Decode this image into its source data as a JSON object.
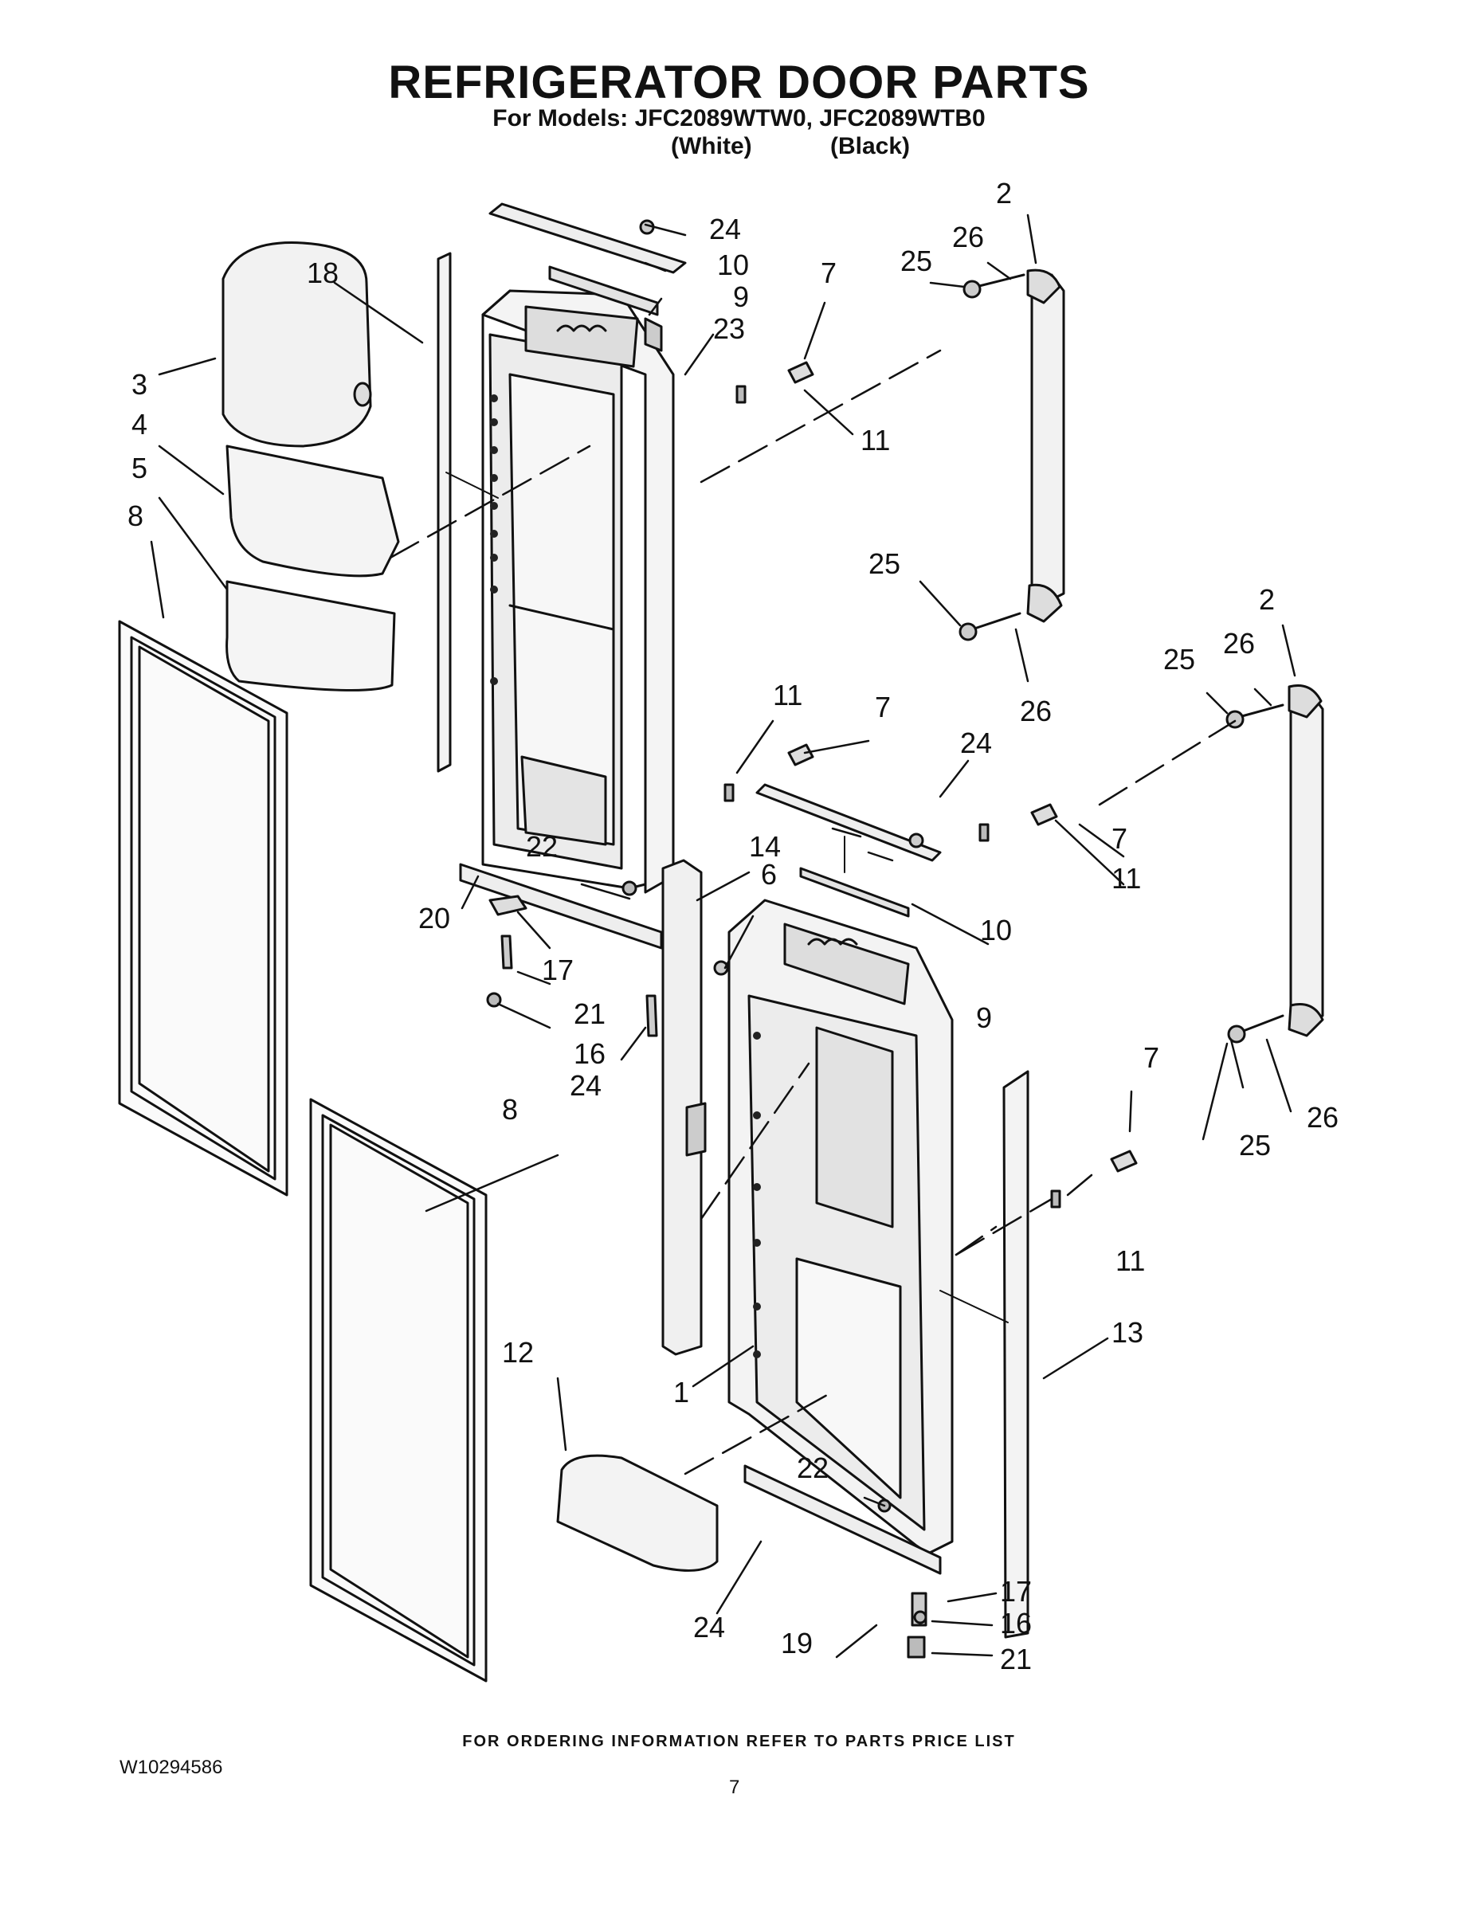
{
  "header": {
    "title": "REFRIGERATOR DOOR PARTS",
    "models_line": "For Models: JFC2089WTW0, JFC2089WTB0",
    "variant_white": "(White)",
    "variant_black": "(Black)"
  },
  "callouts": [
    "1",
    "2",
    "2",
    "3",
    "4",
    "5",
    "6",
    "7",
    "7",
    "7",
    "7",
    "8",
    "8",
    "9",
    "9",
    "10",
    "10",
    "11",
    "11",
    "11",
    "11",
    "12",
    "13",
    "14",
    "16",
    "16",
    "17",
    "17",
    "18",
    "19",
    "20",
    "21",
    "21",
    "22",
    "22",
    "23",
    "24",
    "24",
    "24",
    "24",
    "25",
    "25",
    "25",
    "25",
    "26",
    "26",
    "26",
    "26"
  ],
  "footer": {
    "ordering_note": "FOR ORDERING INFORMATION REFER TO PARTS PRICE LIST",
    "document_number": "W10294586",
    "page_number": "7"
  }
}
